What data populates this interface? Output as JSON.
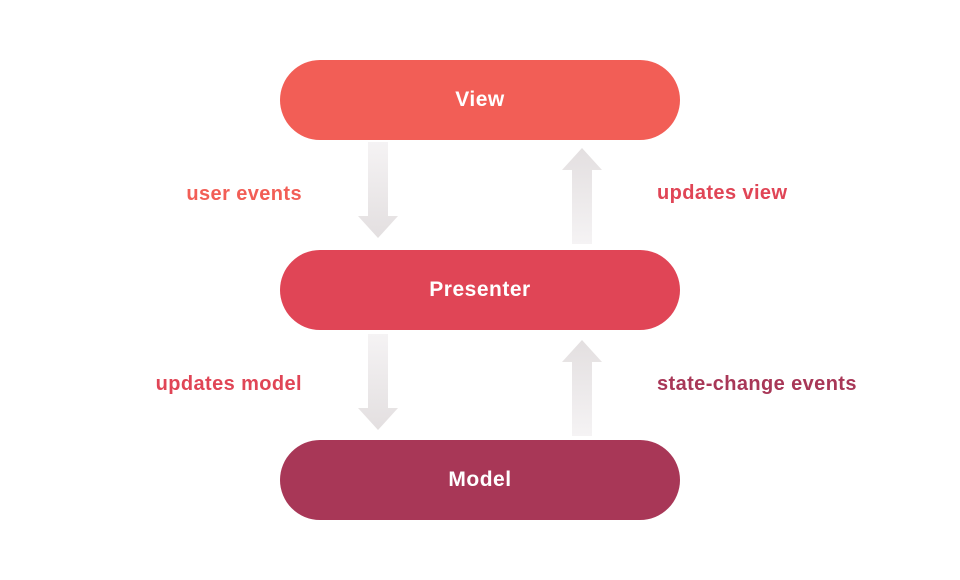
{
  "colors": {
    "view": "#f25e56",
    "presenter": "#e04556",
    "model": "#a83757",
    "arrow_top": "#f5f3f4",
    "arrow_bottom": "#e3dfe0"
  },
  "nodes": {
    "view": "View",
    "presenter": "Presenter",
    "model": "Model"
  },
  "edges": {
    "view_to_presenter": "user events",
    "presenter_to_view": "updates view",
    "presenter_to_model": "updates model",
    "model_to_presenter": "state-change events"
  }
}
